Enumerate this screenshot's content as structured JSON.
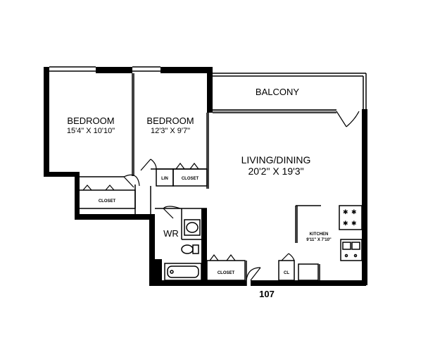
{
  "rooms": {
    "bedroom1": {
      "name": "BEDROOM",
      "size": "15'4\" X 10'10\""
    },
    "bedroom2": {
      "name": "BEDROOM",
      "size": "12'3\" X 9'7\""
    },
    "balcony": {
      "name": "BALCONY"
    },
    "living": {
      "name": "LIVING/DINING",
      "size": "20'2\" X 19'3\""
    },
    "kitchen": {
      "name": "KITCHEN",
      "size": "9'11\" X 7'10\""
    },
    "wr": {
      "name": "WR"
    },
    "lin": {
      "name": "LIN"
    },
    "closet_bed2": {
      "name": "CLOSET"
    },
    "closet_bed1": {
      "name": "CLOSET"
    },
    "closet_hall": {
      "name": "CLOSET"
    },
    "cl": {
      "name": "CL"
    }
  },
  "unit_number": "107"
}
